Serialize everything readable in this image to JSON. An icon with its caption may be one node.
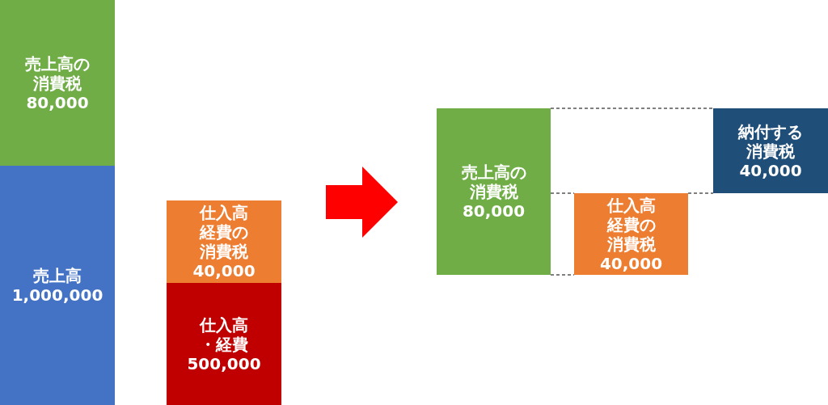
{
  "diagram": {
    "nodes": [
      {
        "text": [
          "売上高の消費税",
          "80,000"
        ]
      },
      {
        "text": [
          "売上高",
          "1,000,000"
        ]
      },
      {
        "text": [
          "仕入高経費の消費税",
          "40,000"
        ]
      },
      {
        "text": [
          "仕入高・経費",
          "500,000"
        ]
      },
      {
        "text": [
          "売上高の消費税",
          "80,000"
        ]
      },
      {
        "text": [
          "仕入高経費の消費税",
          "40,000"
        ]
      },
      {
        "text": [
          "納付する消費税",
          "40,000"
        ]
      }
    ],
    "edges": [
      {
        "from": 2,
        "to": 4,
        "arrow": "to",
        "style": "thick",
        "color": "#ff0000"
      },
      {
        "from": 4,
        "to": 6,
        "arrow": "none",
        "style": "dashed"
      },
      {
        "from": 4,
        "to": 5,
        "arrow": "none",
        "style": "dashed"
      },
      {
        "from": 5,
        "to": 6,
        "arrow": "none",
        "style": "dashed"
      },
      {
        "from": 4,
        "to": 5,
        "arrow": "none",
        "style": "dashed"
      }
    ]
  }
}
